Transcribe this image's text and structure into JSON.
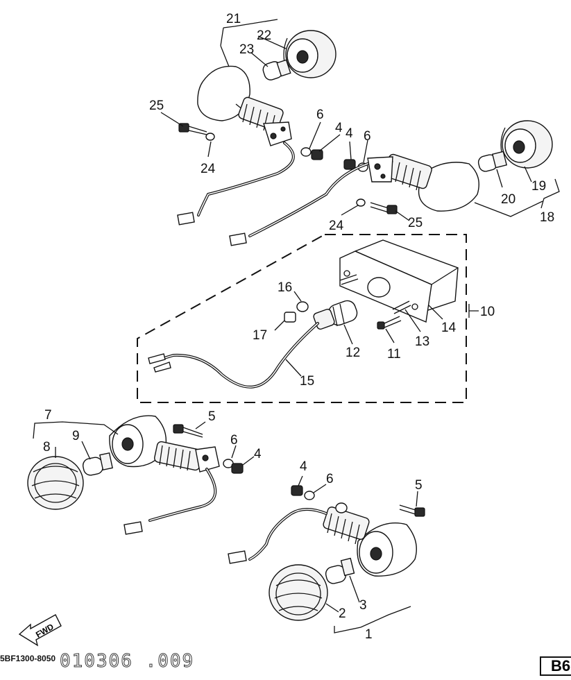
{
  "diagram": {
    "callouts": {
      "c1": "1",
      "c2": "2",
      "c3": "3",
      "c4a": "4",
      "c4b": "4",
      "c4c": "4",
      "c4d": "4",
      "c5a": "5",
      "c5b": "5",
      "c6a": "6",
      "c6b": "6",
      "c6c": "6",
      "c6d": "6",
      "c7": "7",
      "c8": "8",
      "c9": "9",
      "c10": "10",
      "c11": "11",
      "c12": "12",
      "c13": "13",
      "c14": "14",
      "c15": "15",
      "c16": "16",
      "c17": "17",
      "c18": "18",
      "c19": "19",
      "c20": "20",
      "c21": "21",
      "c22": "22",
      "c23": "23",
      "c24a": "24",
      "c24b": "24",
      "c25a": "25",
      "c25b": "25"
    },
    "fwd_label": "FWD",
    "footer_code": "5BF1300-8050",
    "footer_ghost": "010306 .009",
    "page_ref": "B6"
  }
}
